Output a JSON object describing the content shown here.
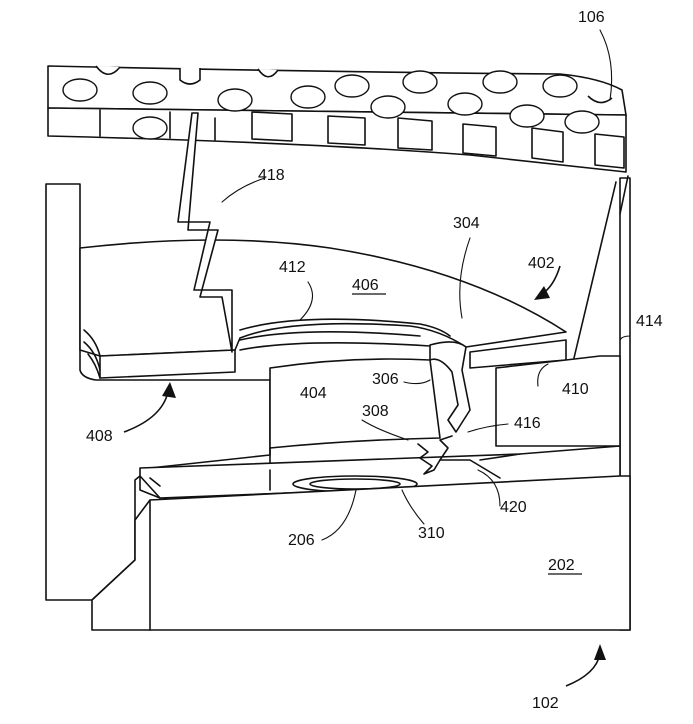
{
  "labels": {
    "l106": "106",
    "l418": "418",
    "l304": "304",
    "l402": "402",
    "l412": "412",
    "l406": "406",
    "l414": "414",
    "l404": "404",
    "l306": "306",
    "l410": "410",
    "l308": "308",
    "l416": "416",
    "l408": "408",
    "l206": "206",
    "l310": "310",
    "l420": "420",
    "l202": "202",
    "l102": "102"
  }
}
